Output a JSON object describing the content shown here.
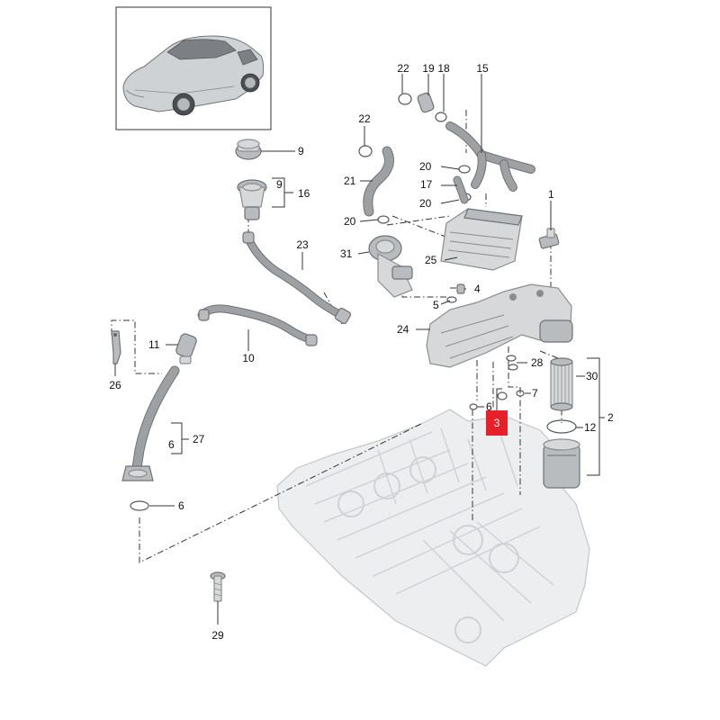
{
  "labels": {
    "l1": "1",
    "l2": "2",
    "l3": "3",
    "l4": "4",
    "l5": "5",
    "l6a": "6",
    "l6b": "6",
    "l6c": "6",
    "l7": "7",
    "l9a": "9",
    "l9b": "9",
    "l10": "10",
    "l11": "11",
    "l12": "12",
    "l15": "15",
    "l16": "16",
    "l17": "17",
    "l18": "18",
    "l19": "19",
    "l20a": "20",
    "l20b": "20",
    "l20c": "20",
    "l21": "21",
    "l22a": "22",
    "l22b": "22",
    "l23": "23",
    "l24": "24",
    "l25": "25",
    "l26": "26",
    "l27": "27",
    "l28": "28",
    "l29": "29",
    "l30": "30",
    "l31": "31"
  },
  "colors": {
    "highlight": "#e5202b",
    "part": "#d6d8da",
    "engine": "#eceef0"
  }
}
